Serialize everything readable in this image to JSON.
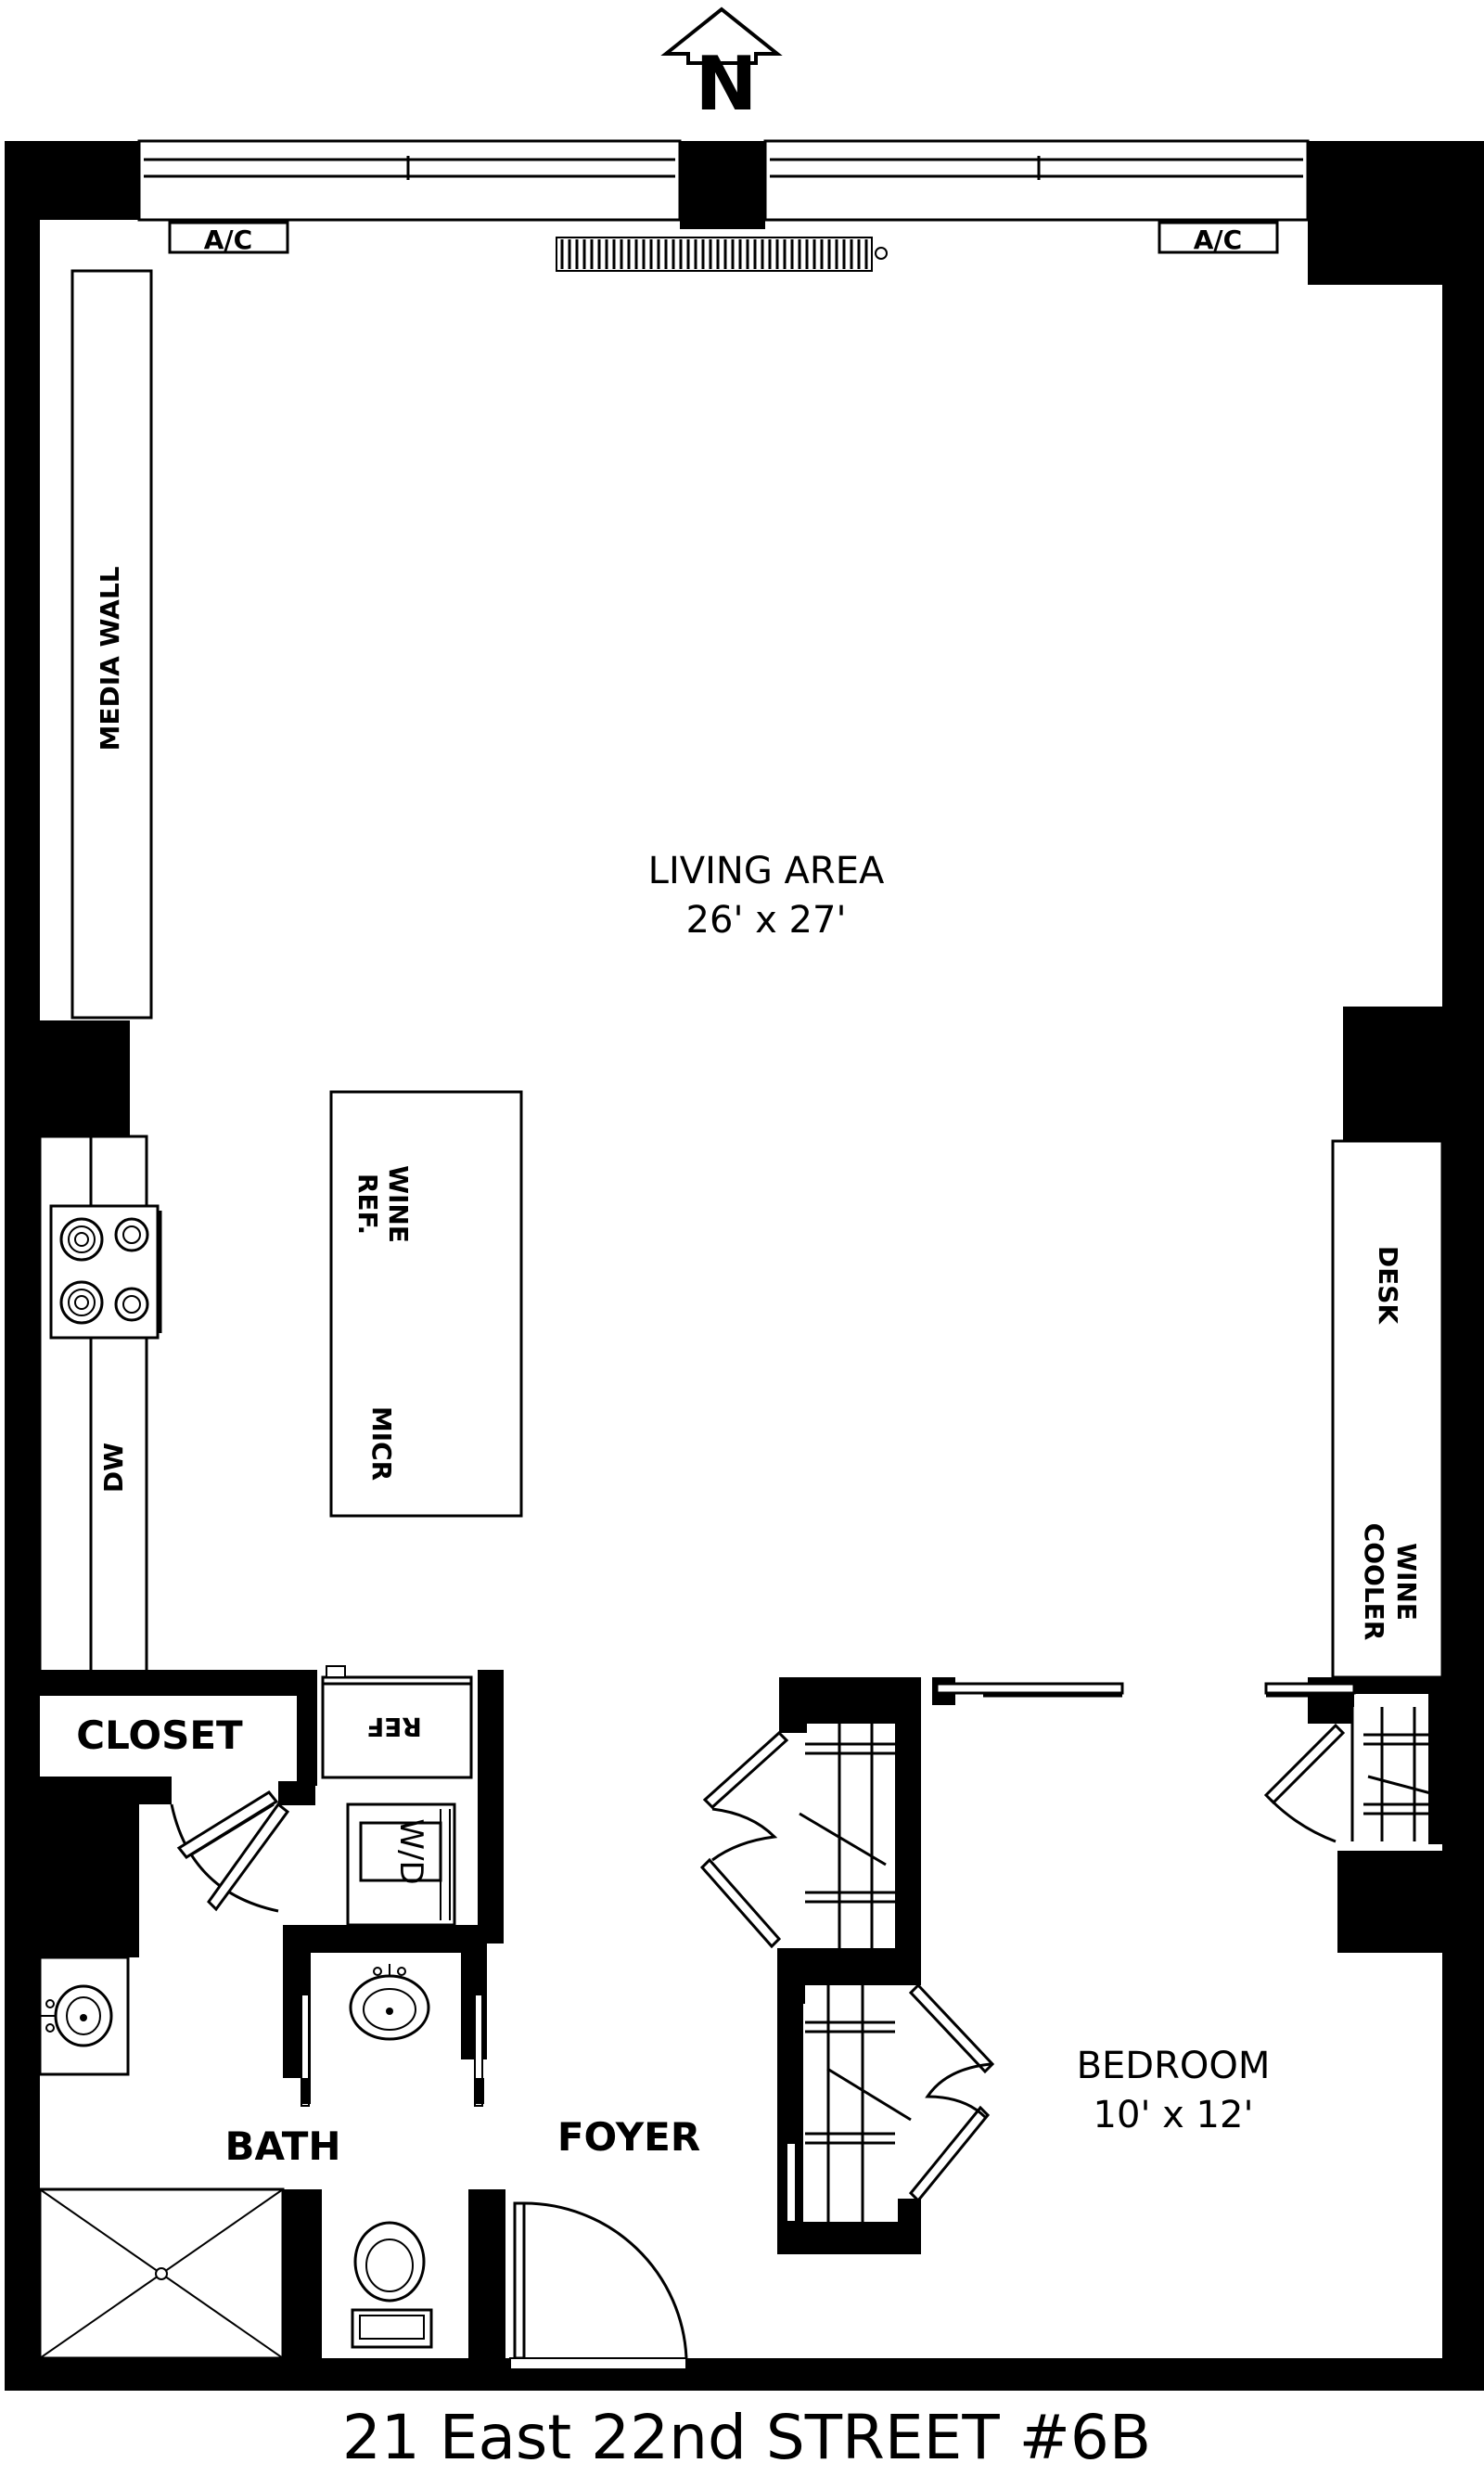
{
  "compass": {
    "letter": "N",
    "icon": "north-arrow-icon"
  },
  "rooms": {
    "living": {
      "name": "LIVING AREA",
      "dims": "26' x 27'"
    },
    "bedroom": {
      "name": "BEDROOM",
      "dims": "10' x 12'"
    },
    "bath": {
      "name": "BATH"
    },
    "foyer": {
      "name": "FOYER"
    },
    "closet": {
      "name": "CLOSET"
    }
  },
  "fixtures": {
    "ac_left": "A/C",
    "ac_right": "A/C",
    "media_wall": "MEDIA WALL",
    "wine_ref_1": "WINE",
    "wine_ref_2": "REF.",
    "micr": "MICR",
    "dw": "DW",
    "desk": "DESK",
    "wine_cooler_1": "WINE",
    "wine_cooler_2": "COOLER",
    "ref": "REF",
    "wd": "W/D"
  },
  "address": "21 East 22nd STREET #6B"
}
